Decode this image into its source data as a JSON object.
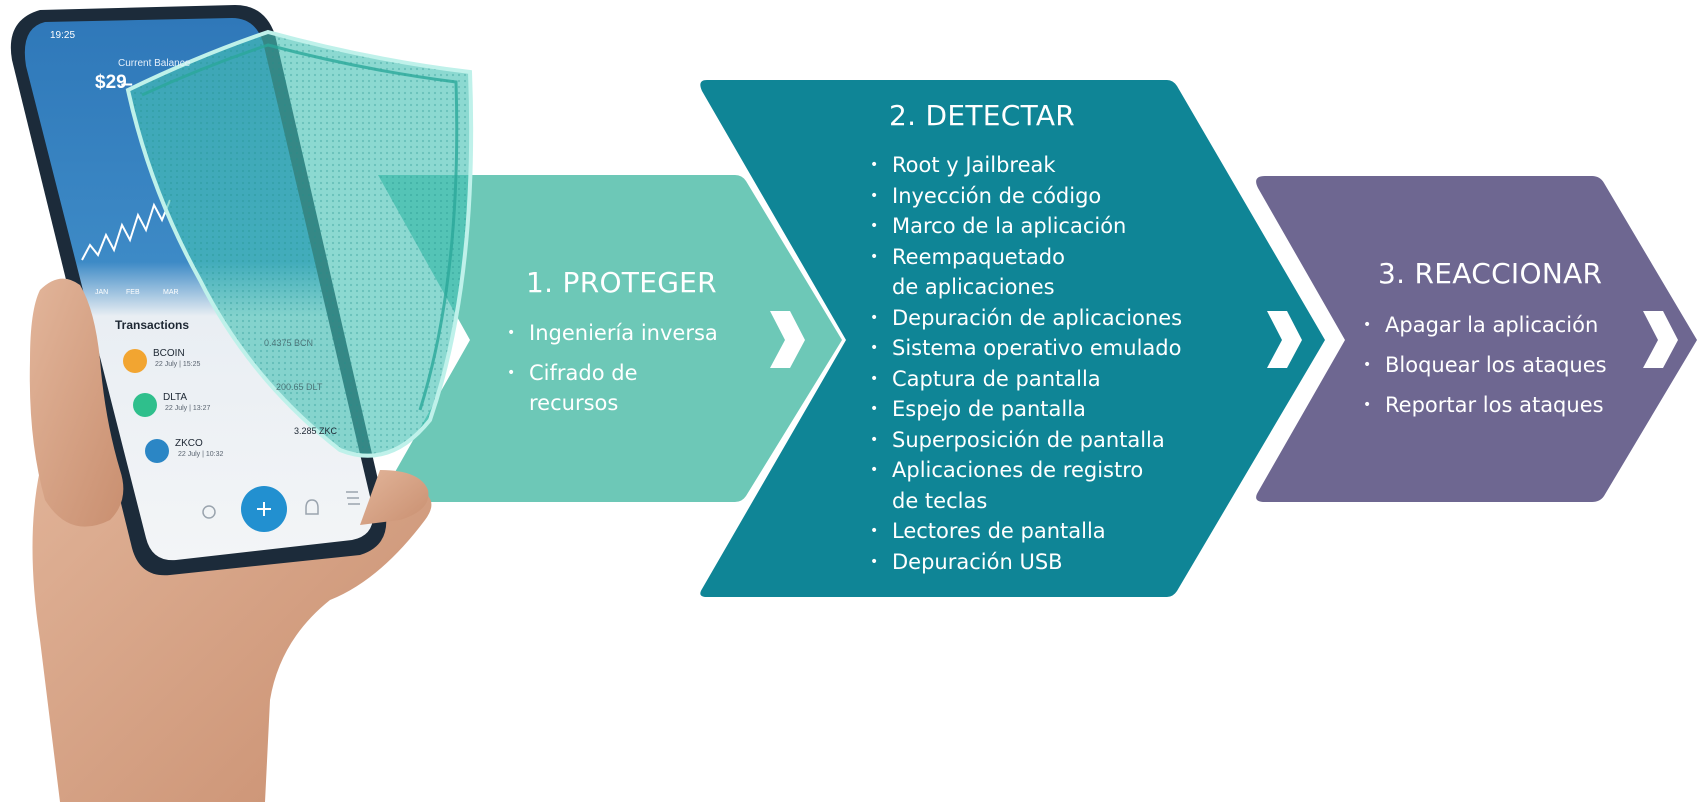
{
  "colors": {
    "protect": "#6dc8b7",
    "detect": "#0f8596",
    "react": "#6e6791",
    "white": "#ffffff"
  },
  "phone": {
    "time": "19:25",
    "balance_label": "Current Balance",
    "balance": "$29̶",
    "months": [
      "JAN",
      "FEB",
      "MAR"
    ],
    "transactions_title": "Transactions",
    "transactions": [
      {
        "name": "BCOIN",
        "date": "22 July | 15:25",
        "amount": "0.4375 BCN"
      },
      {
        "name": "DLTA",
        "date": "22 July | 13:27",
        "amount": "200.65 DLT"
      },
      {
        "name": "ZKCO",
        "date": "22 July | 10:32",
        "amount": "3.285 ZKC"
      }
    ]
  },
  "stages": {
    "protect": {
      "title": "1. PROTEGER",
      "items": [
        "Ingeniería inversa",
        "Cifrado de\nrecursos"
      ]
    },
    "detect": {
      "title": "2. DETECTAR",
      "items": [
        "Root y Jailbreak",
        "Inyección de código",
        "Marco de la aplicación",
        "Reempaquetado\nde aplicaciones",
        "Depuración de aplicaciones",
        "Sistema operativo emulado",
        "Captura de pantalla",
        "Espejo de pantalla",
        "Superposición de pantalla",
        "Aplicaciones de registro\nde teclas",
        "Lectores de pantalla",
        "Depuración USB"
      ]
    },
    "react": {
      "title": "3. REACCIONAR",
      "items": [
        "Apagar la aplicación",
        "Bloquear los ataques",
        "Reportar los ataques"
      ]
    }
  }
}
